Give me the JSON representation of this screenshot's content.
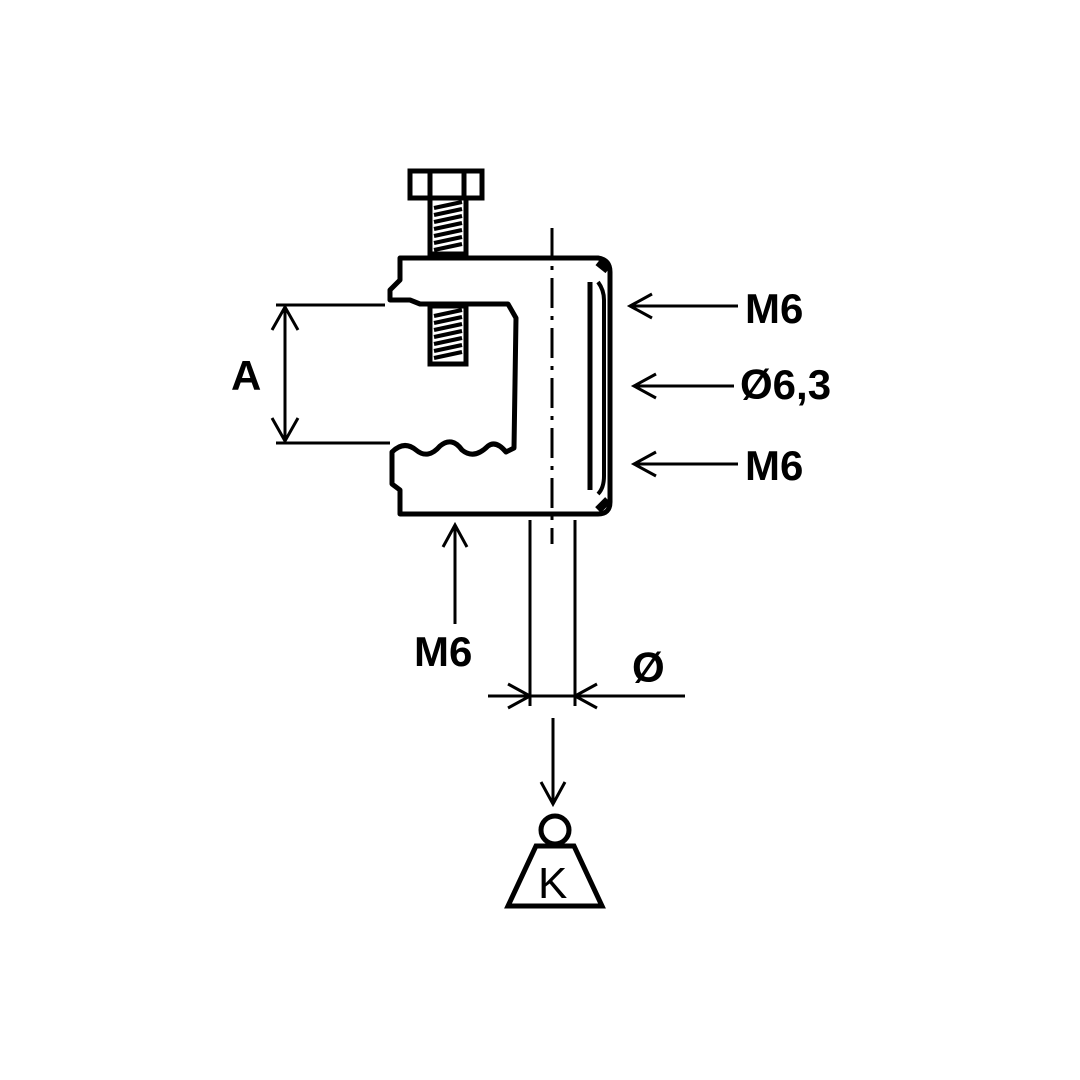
{
  "labels": {
    "dim_a": "A",
    "thread_top": "M6",
    "hole_diameter": "Ø6,3",
    "thread_middle": "M6",
    "thread_bottom": "M6",
    "rod_diameter": "Ø",
    "weight": "K"
  },
  "icons": {
    "screw": "hex-bolt-icon",
    "weight": "weight-icon"
  },
  "colors": {
    "line": "#000000",
    "background": "#ffffff"
  }
}
